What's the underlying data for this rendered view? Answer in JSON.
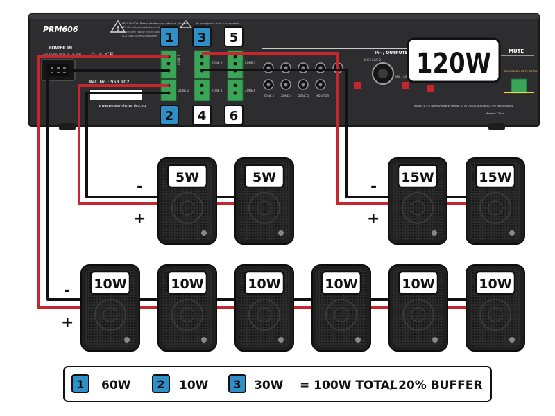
{
  "amplifier": {
    "model": "PRM606",
    "power_in_label": "POWER IN",
    "power_in_sub": "220-240VAC 50Hz, 2A  T4L 40W",
    "website": "www.power-dynamics.eu",
    "section_io": "IN- / OUTPUTS",
    "mute_label": "MUTE",
    "mute_sub": "EMERGENCY MUTE SWITCH",
    "zone_labels": [
      "ZONE 1",
      "ZONE 2",
      "ZONE 3",
      "ZONE 4",
      "ZONE 5",
      "ZONE 6"
    ],
    "jack_labels": [
      "ZONE 5",
      "ZONE 4",
      "ZONE 3",
      "MONITOR"
    ],
    "small_labels": [
      "MIC / LINE 2",
      "MIC / LINE 1"
    ],
    "address": "Tronios B.V. | Bedrijvenpark Twente 415 | 7602KM ALMELO The Netherlands",
    "made_in": "Made in China",
    "warning_left": "PRECAUCIÓN: Riesgo de descarga eléctrica. No abrir",
    "warning_right": "No exponga a la lluvia ó la humedad",
    "rating_badge": "120W"
  },
  "channel_badges": {
    "top": [
      "1",
      "3",
      "5"
    ],
    "bottom": [
      "2",
      "4",
      "6"
    ]
  },
  "polarity": {
    "minus": "-",
    "plus": "+"
  },
  "speakers": {
    "group_5w": [
      "5W",
      "5W"
    ],
    "group_15w": [
      "15W",
      "15W"
    ],
    "group_10w": [
      "10W",
      "10W",
      "10W",
      "10W",
      "10W",
      "10W"
    ]
  },
  "legend": {
    "items": [
      {
        "number": "1",
        "watt": "60W"
      },
      {
        "number": "2",
        "watt": "10W"
      },
      {
        "number": "3",
        "watt": "30W"
      }
    ],
    "total": "= 100W TOTAL",
    "buffer": "/ 20% BUFFER"
  },
  "colors": {
    "wire_red": "#c6262e",
    "wire_black": "#111111",
    "badge_blue": "#2f8fc8",
    "amp_body": "#2b2b2d",
    "terminal_green": "#3aa457"
  }
}
